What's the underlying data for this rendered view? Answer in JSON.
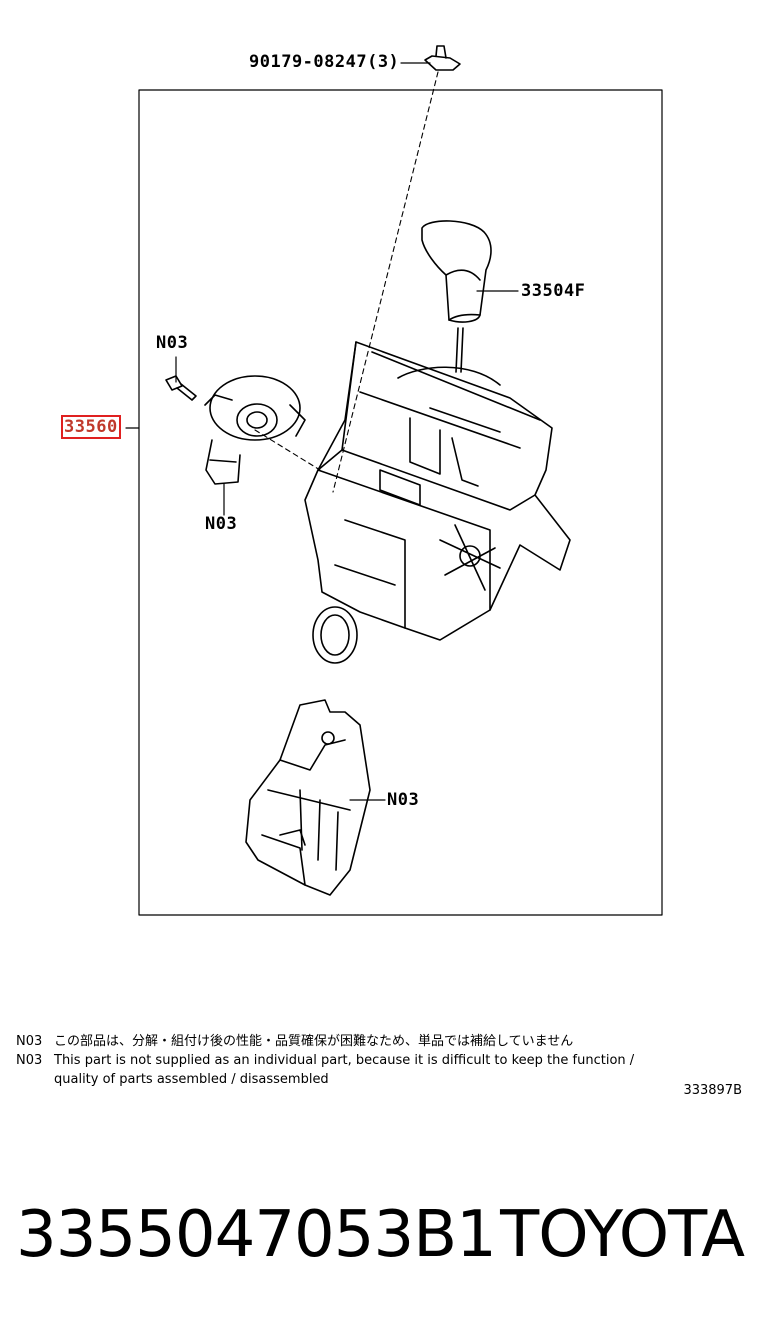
{
  "callouts": {
    "fastener": "90179-08247(3)",
    "knob": "33504F",
    "assembly": "33560",
    "screw_note": "N03",
    "sensor_note": "N03",
    "bracket_note": "N03"
  },
  "notes": [
    {
      "code": "N03",
      "text": "この部品は、分解・組付け後の性能・品質確保が困難なため、単品では補給していません"
    },
    {
      "code": "N03",
      "text": "This part is not supplied as an individual part, because it is difficult to keep the function /"
    }
  ],
  "note_continuation": "quality of parts assembled / disassembled",
  "figure_id": "333897B",
  "footer": {
    "part_number": "3355047053B1",
    "brand": "TOYOTA"
  },
  "colors": {
    "highlight": "#e02020"
  }
}
